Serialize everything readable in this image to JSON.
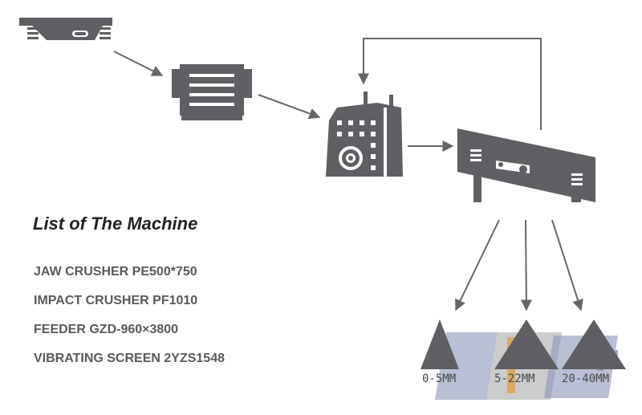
{
  "list_title": "List of The Machine",
  "machines": [
    "JAW CRUSHER PE500*750",
    "IMPACT CRUSHER PF1010",
    "FEEDER GZD-960×3800",
    "VIBRATING SCREEN 2YZS1548"
  ],
  "output_sizes": [
    "0-5MM",
    "5-22MM",
    "20-40MM"
  ],
  "colors": {
    "machine": "#5f5f63",
    "arrow": "#666666",
    "logo_blue": "#8a94b8",
    "logo_gray": "#9a9a9a",
    "logo_orange": "#e09a3a"
  }
}
